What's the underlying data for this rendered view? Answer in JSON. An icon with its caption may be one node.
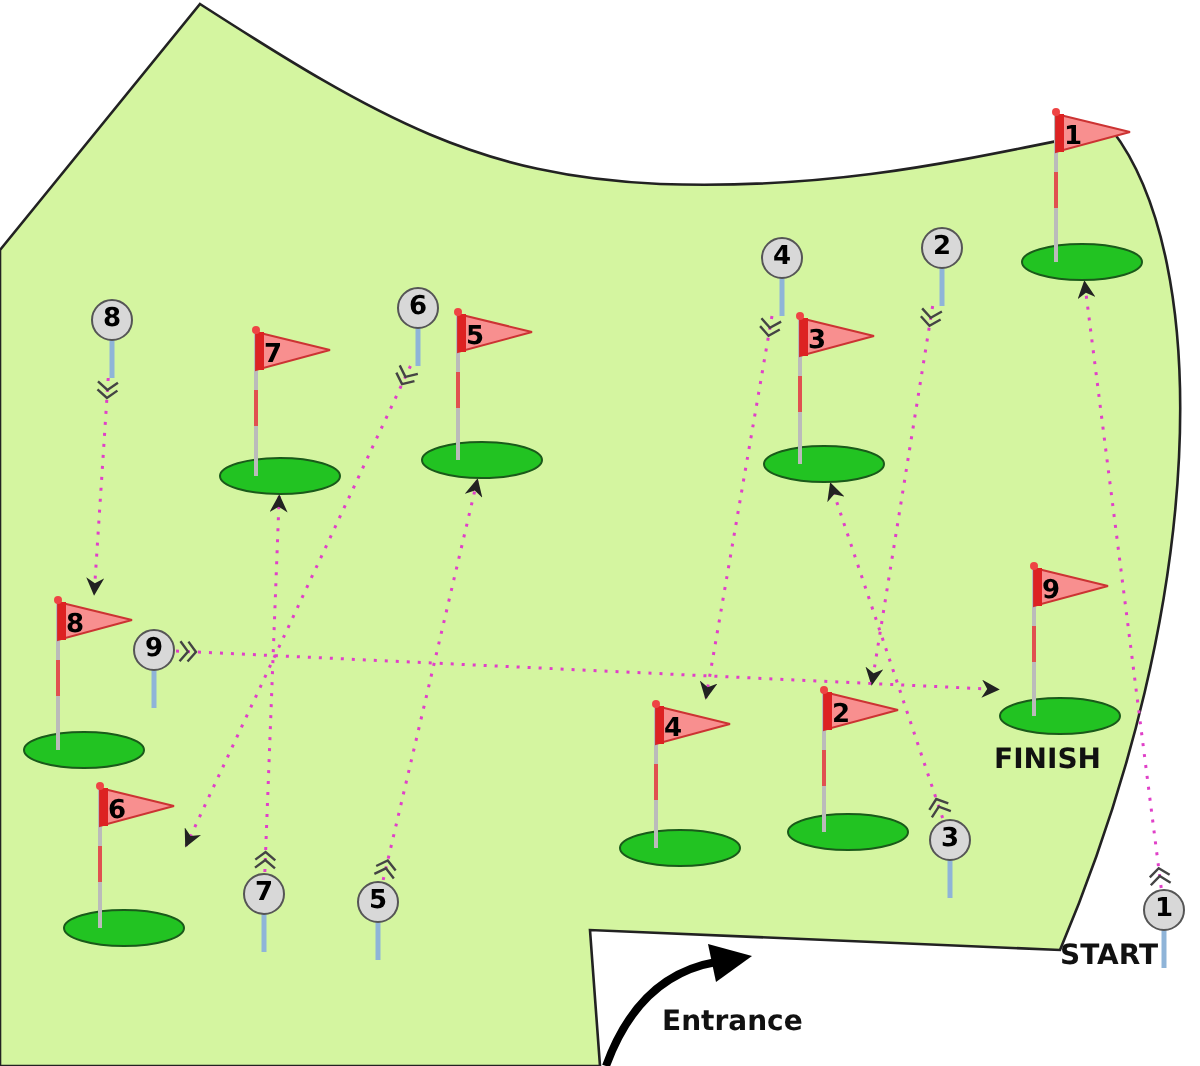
{
  "diagram": {
    "nodes": [
      {
        "text": [
          "1"
        ],
        "beside": [
          "START"
        ]
      },
      {
        "text": [
          "1"
        ]
      },
      {
        "text": [
          "2"
        ]
      },
      {
        "text": [
          "2"
        ]
      },
      {
        "text": [
          "3"
        ]
      },
      {
        "text": [
          "3"
        ]
      },
      {
        "text": [
          "4"
        ]
      },
      {
        "text": [
          "4"
        ]
      },
      {
        "text": [
          "5"
        ]
      },
      {
        "text": [
          "5"
        ]
      },
      {
        "text": [
          "6"
        ]
      },
      {
        "text": [
          "6"
        ]
      },
      {
        "text": [
          "7"
        ]
      },
      {
        "text": [
          "7"
        ]
      },
      {
        "text": [
          "8"
        ]
      },
      {
        "text": [
          "8"
        ]
      },
      {
        "text": [
          "9"
        ]
      },
      {
        "text": [
          "9"
        ],
        "beside": [
          "FINISH"
        ]
      }
    ],
    "edges": [
      {
        "from": 0,
        "to": 1,
        "arrow": "to",
        "style": "dashed"
      },
      {
        "from": 2,
        "to": 3,
        "arrow": "to",
        "style": "dashed"
      },
      {
        "from": 4,
        "to": 5,
        "arrow": "to",
        "style": "dashed"
      },
      {
        "from": 6,
        "to": 7,
        "arrow": "to",
        "style": "dashed"
      },
      {
        "from": 8,
        "to": 9,
        "arrow": "to",
        "style": "dashed"
      },
      {
        "from": 10,
        "to": 11,
        "arrow": "to",
        "style": "dashed"
      },
      {
        "from": 12,
        "to": 13,
        "arrow": "to",
        "style": "dashed"
      },
      {
        "from": 14,
        "to": 15,
        "arrow": "to",
        "style": "dashed"
      },
      {
        "from": 16,
        "to": 17,
        "arrow": "to",
        "style": "dashed"
      }
    ],
    "labels": [
      "Entrance"
    ]
  }
}
